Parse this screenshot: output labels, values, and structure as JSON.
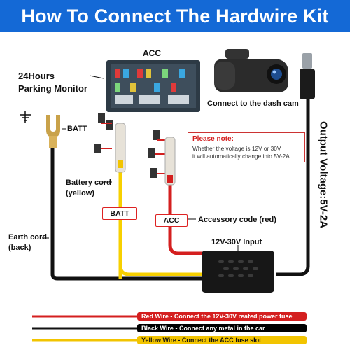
{
  "title": "How To Connect The Hardwire Kit",
  "labels": {
    "acc_top": "ACC",
    "parking_line1": "24Hours",
    "parking_line2": "Parking Monitor",
    "batt_fork": "BATT",
    "connect_dashcam": "Connect to the dash cam",
    "battery_cord_line1": "Battery cord",
    "battery_cord_line2": "(yellow)",
    "batt_tag": "BATT",
    "acc_tag": "ACC",
    "accessory_code": "Accessory code (red)",
    "earth_cord_line1": "Earth cord",
    "earth_cord_line2": "(back)",
    "input_range": "12V-30V Input",
    "output_voltage": "Output Voltage:5V-2A"
  },
  "note": {
    "title": "Please note:",
    "line1": "Whether the voltage is 12V or 30V",
    "line2": "it will automatically change into 5V-2A"
  },
  "legend": [
    {
      "color": "#d41f1f",
      "text": "Red Wire - Connect the 12V-30V reated power fuse"
    },
    {
      "color": "#000000",
      "text": "Black Wire - Connect any metal in the car"
    },
    {
      "color": "#f2c400",
      "text": "Yellow Wire - Connect the ACC fuse slot"
    }
  ],
  "colors": {
    "header": "#1469d6",
    "red_wire": "#d41f1f",
    "yellow_wire": "#f7d000",
    "black_wire": "#111111"
  }
}
